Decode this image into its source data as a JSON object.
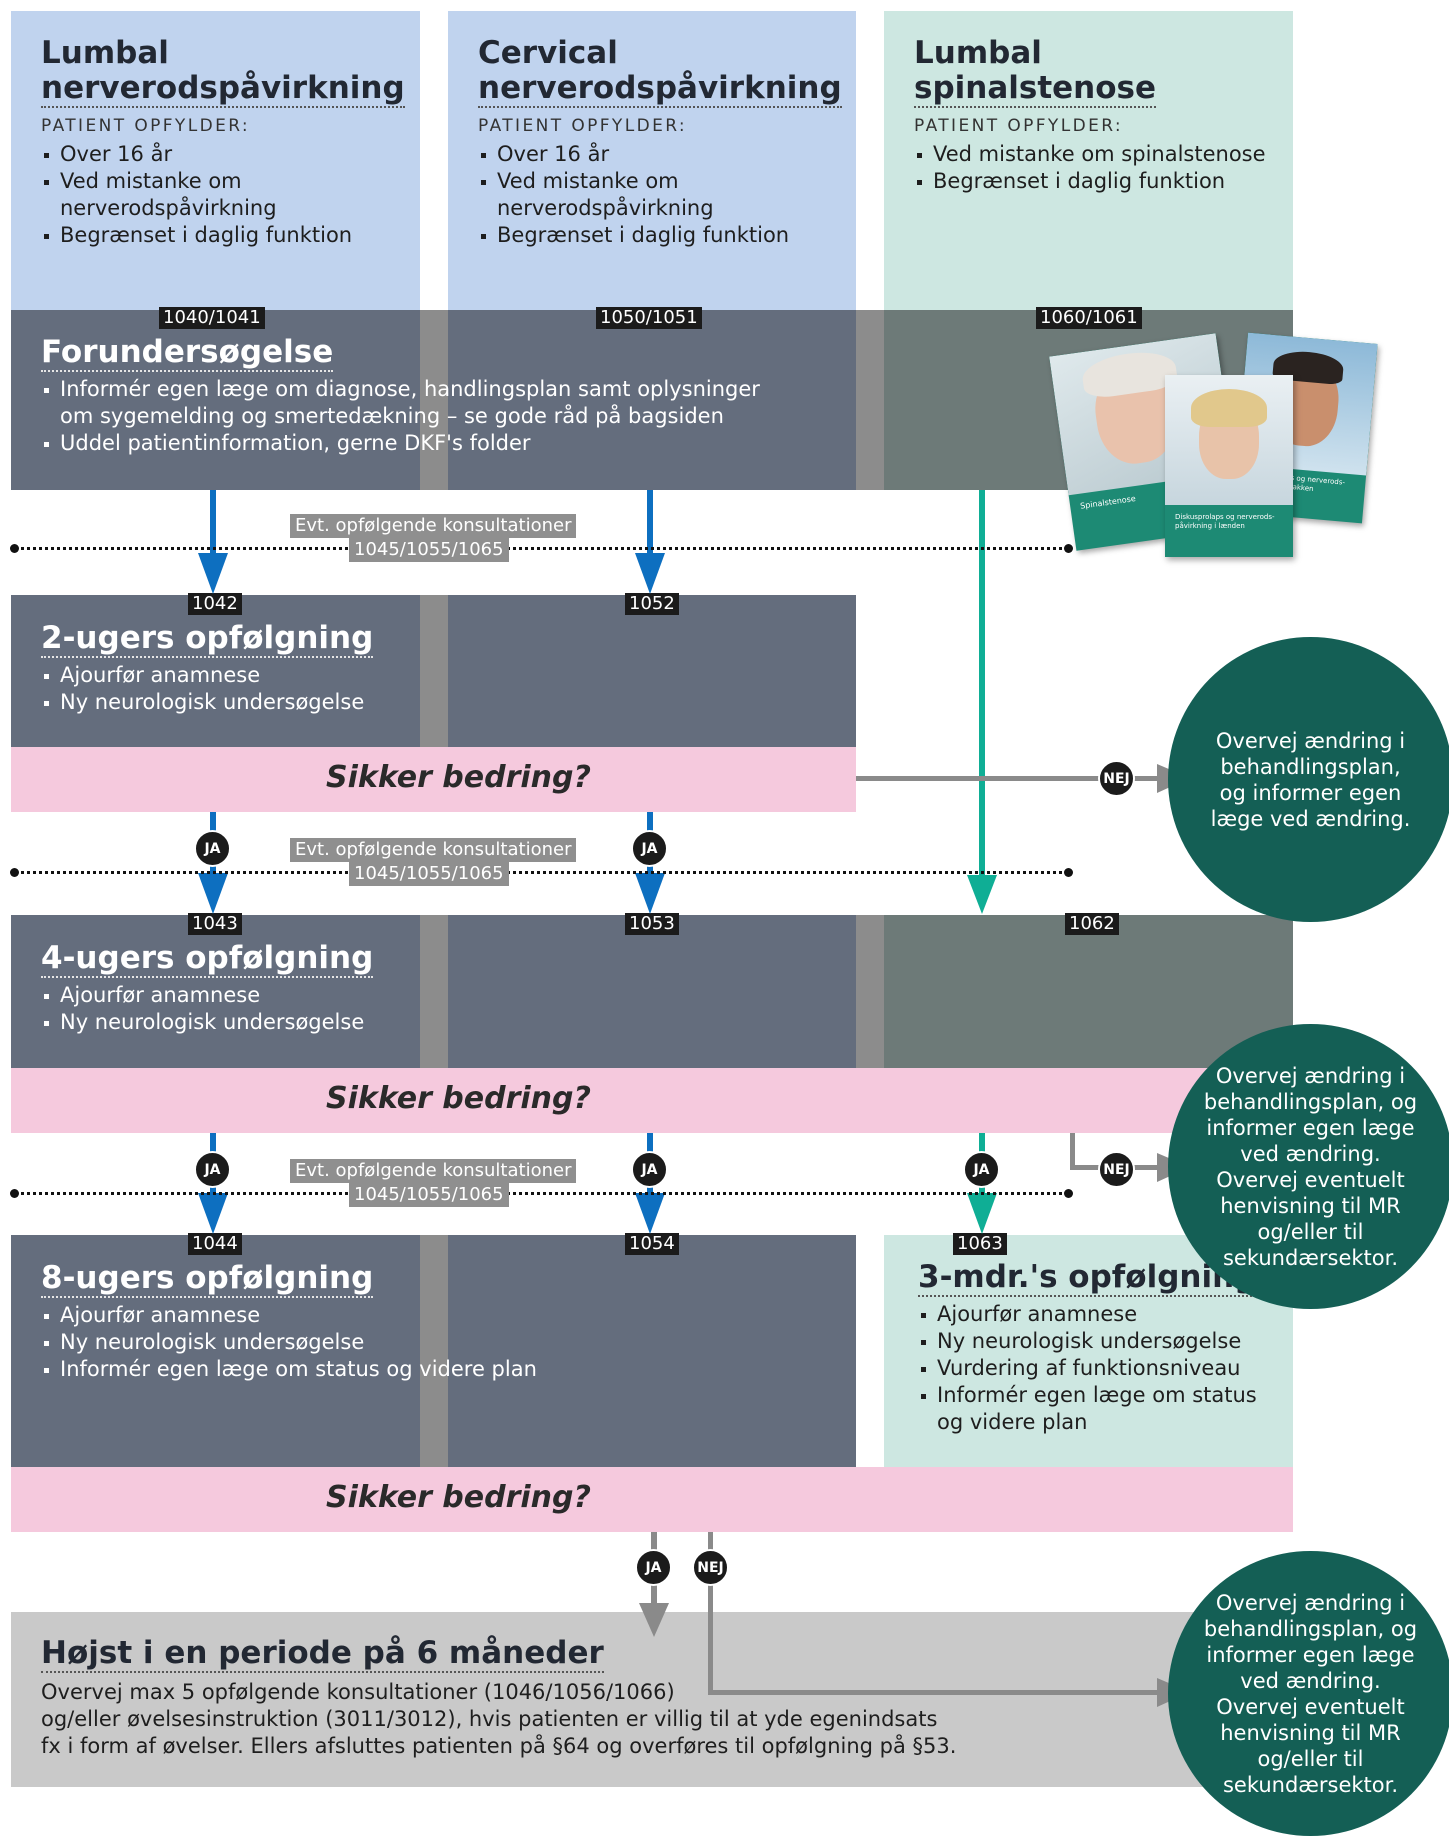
{
  "columns": [
    {
      "title_l1": "Lumbal",
      "title_l2": "nerverodspåvirkning",
      "subtitle": "PATIENT OPFYLDER:",
      "items": [
        "Over 16 år",
        "Ved mistanke om nerverodspåvirkning",
        "Begrænset i daglig funktion"
      ]
    },
    {
      "title_l1": "Cervical",
      "title_l2": "nerverodspåvirkning",
      "subtitle": "PATIENT OPFYLDER:",
      "items": [
        "Over 16 år",
        "Ved mistanke om nerverodspåvirkning",
        "Begrænset i daglig funktion"
      ]
    },
    {
      "title_l1": "Lumbal",
      "title_l2": "spinalstenose",
      "subtitle": "PATIENT OPFYLDER:",
      "items": [
        "Ved mistanke om spinalstenose",
        "Begrænset i daglig funktion"
      ]
    }
  ],
  "codes": {
    "forund": [
      "1040/1041",
      "1050/1051",
      "1060/1061"
    ],
    "two_weeks": [
      "1042",
      "1052"
    ],
    "four_weeks": [
      "1043",
      "1053",
      "1062"
    ],
    "eight_weeks": [
      "1044",
      "1054",
      "1063"
    ]
  },
  "forundersoegelse": {
    "title": "Forundersøgelse",
    "items": [
      "Informér egen læge om diagnose, handlingsplan samt oplysninger om sygemelding og smertedækning – se gode råd på bagsiden",
      "Uddel patientinformation, gerne DKF's folder"
    ]
  },
  "brochures": {
    "b1": "Spinalstenose",
    "b2": "Diskusprolaps og nerverods-påvirkning i lænden",
    "b3": "Diskusprolaps og nerverods-påvirkning i nakken"
  },
  "followup_note": {
    "line1": "Evt. opfølgende konsultationer",
    "line2": "1045/1055/1065"
  },
  "two_weeks": {
    "title": "2-ugers opfølgning",
    "items": [
      "Ajourfør anamnese",
      "Ny neurologisk undersøgelse"
    ]
  },
  "four_weeks": {
    "title": "4-ugers opfølgning",
    "items": [
      "Ajourfør anamnese",
      "Ny neurologisk undersøgelse"
    ]
  },
  "eight_weeks": {
    "title": "8-ugers opfølgning",
    "items": [
      "Ajourfør anamnese",
      "Ny neurologisk undersøgelse",
      "Informér egen læge om status og videre plan"
    ]
  },
  "three_months": {
    "title": "3-mdr.'s opfølgning",
    "items": [
      "Ajourfør anamnese",
      "Ny neurologisk undersøgelse",
      "Vurdering af funktionsniveau",
      "Informér egen læge om status og videre plan"
    ]
  },
  "question": "Sikker bedring?",
  "yes": "JA",
  "no": "NEJ",
  "circle1": "Overvej ændring i behandlingsplan, og informer egen læge ved ændring.",
  "circle2": "Overvej ændring i behandlingsplan, og informer egen læge ved ændring. Overvej eventuelt henvisning til MR og/eller til sekundærsektor.",
  "circle3": "Overvej ændring i behandlingsplan, og informer egen læge ved ændring. Overvej eventuelt henvisning til MR og/eller til sekundærsektor.",
  "final": {
    "title": "Højst i en periode på 6 måneder",
    "line1": "Overvej max 5 opfølgende konsultationer (1046/1056/1066)",
    "line2": "og/eller øvelsesinstruktion (3011/3012), hvis patienten er villig til at yde egenindsats",
    "line3": "fx i form af øvelser. Ellers afsluttes patienten på §64 og overføres til opfølgning på §53."
  },
  "colors": {
    "blue": "#0d6fc0",
    "teal": "#0fae95",
    "gray_arrow": "#8a8a8a",
    "circle": "#145f55"
  }
}
